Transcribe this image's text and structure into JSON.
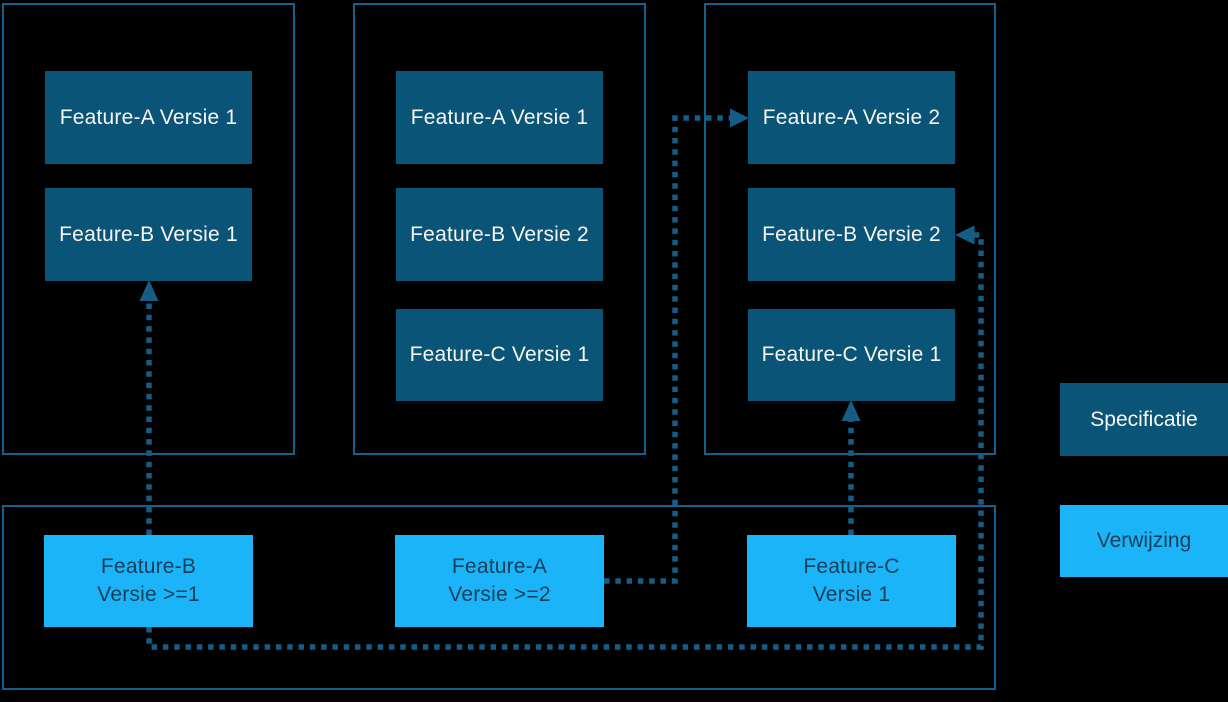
{
  "diagram": {
    "spec_columns": [
      {
        "nodes": [
          "Feature-A Versie 1",
          "Feature-B Versie 1"
        ]
      },
      {
        "nodes": [
          "Feature-A Versie 1",
          "Feature-B Versie 2",
          "Feature-C Versie 1"
        ]
      },
      {
        "nodes": [
          "Feature-A Versie 2",
          "Feature-B Versie 2",
          "Feature-C Versie 1"
        ]
      }
    ],
    "references": [
      {
        "line1": "Feature-B",
        "line2": "Versie >=1"
      },
      {
        "line1": "Feature-A",
        "line2": "Versie >=2"
      },
      {
        "line1": "Feature-C",
        "line2": "Versie 1"
      }
    ],
    "connectors": [
      "reference Feature-B Versie >=1 to Feature-B Versie 1",
      "reference Feature-A Versie >=2 to Feature-A Versie 2",
      "reference Feature-C Versie 1 to Feature-C Versie 1",
      "reference Feature-B Versie >=1 to Feature-B Versie 2"
    ]
  },
  "legend": {
    "specification_label": "Specificatie",
    "reference_label": "Verwijzing"
  },
  "colors": {
    "background": "#000000",
    "container_border": "#15618D",
    "specification_fill": "#0A5478",
    "specification_text": "#F8F6F2",
    "reference_fill": "#1BB4F8",
    "reference_text": "#173F5A",
    "connector": "#155D85"
  }
}
